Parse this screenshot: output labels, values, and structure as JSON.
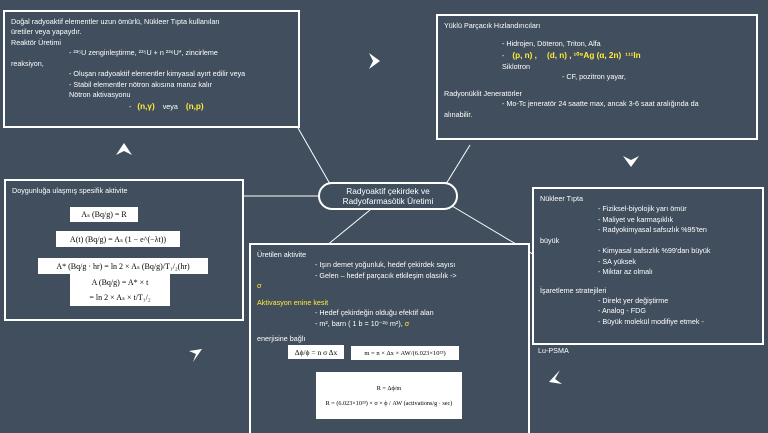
{
  "center": {
    "line1": "Radyoaktif çekirdek ve",
    "line2": "Radyofarmasötik Üretimi"
  },
  "top_left": {
    "l1": "Doğal radyoaktif elementler uzun ömürlü, Nükleer Tıpta kullanılan",
    "l2": "üretiler veya yapaydır.",
    "l3": "Reaktör Üretimi",
    "l4": "- ²³⁵U zenginleştirme, ²³⁵U + n  ²³⁶U*, zincirleme",
    "l5": "reaksiyon,",
    "l6": "- Oluşan radyoaktif elementler kimyasal ayırt edilir veya",
    "l7": "- Stabil elementler nötron akısına maruz kalır",
    "l8": "Nötron aktivasyonu",
    "l9_dash": "-",
    "l9_a": "(n,γ)",
    "l9_mid": "veya",
    "l9_b": "(n,p)"
  },
  "top_right": {
    "l1": "Yüklü Parçacık Hızlandırıcıları",
    "l2": "- Hidrojen, Döteron, Triton, Alfa",
    "l3_dash": "-",
    "l3_a": "(p, n) ,",
    "l3_b": "(d, n) ,",
    "l3_c": "¹⁰⁹Ag (α, 2n)",
    "l3_d": "¹¹¹In",
    "l4": "Siklotron",
    "l5": "- CF, pozitron yayar,",
    "l6": "Radyonüklit Jeneratörler",
    "l7": "- Mo-Tc jeneratör 24 saatte max, ancak 3-6 saat aralığında da",
    "l8": "alınabilir."
  },
  "left": {
    "title": "Doygunluğa ulaşmış spesifik aktivite",
    "eq1": "Aₛ (Bq/g) = R",
    "eq2": "A(t) (Bq/g) = Aₛ (1 − e^(−λt))",
    "eq3": "A* (Bq/g · hr) = ln 2 × Aₛ (Bq/g)/T₁/₂(hr)",
    "eq4a": "A (Bq/g) = A* × t",
    "eq4b": "= ln 2 × Aₛ × t/T₁/₂"
  },
  "bottom_mid": {
    "l1": "Üretilen aktivite",
    "l2": "- Işın demet yoğunluk, hedef çekirdek sayısı",
    "l3": "- Gelen – hedef parçacık etkileşim olasılık ->",
    "l4": "σ",
    "l5": "Aktivasyon enine kesit",
    "l6": "- Hedef çekirdeğin olduğu efektif alan",
    "l7": "- m², barn ( 1 b = 10⁻²⁸ m²),",
    "l7_sigma": "σ",
    "l8": "enerjisine bağlı",
    "eq1": "Δϕ/ϕ = n σ Δx",
    "eq2": "m = n × Δx × AW/(6.023×10²³)",
    "eq3a": "R = Δϕ/m",
    "eq3b": "R = (6.023×10²³) × σ × ϕ / AW (activations/g · sec)"
  },
  "bottom_right": {
    "title": "Nükleer Tıpta",
    "l1": "- Fiziksel-biyolojik yarı ömür",
    "l2": "- Maliyet ve karmaşıklık",
    "l3": "- Radyokimyasal safsızlık %95'ten",
    "l4": "büyük",
    "l5": "- Kimyasal safsızlık %99'dan büyük",
    "l6": "- SA yüksek",
    "l7": "- Miktar az olmalı",
    "l8": "İşaretleme stratejileri",
    "l9": "- Direkt yer değiştirme",
    "l10": "- Analog - FDG",
    "l11": "- Büyük molekül modifiye etmek -",
    "l12": "Lu-PSMA"
  },
  "colors": {
    "background": "#404e5d",
    "border": "#ffffff",
    "highlight": "#ffeb3b"
  },
  "icons": [
    "chevron-right-icon",
    "chevron-down-icon",
    "chevron-down-left-icon",
    "chevron-up-left-icon",
    "chevron-up-icon"
  ]
}
